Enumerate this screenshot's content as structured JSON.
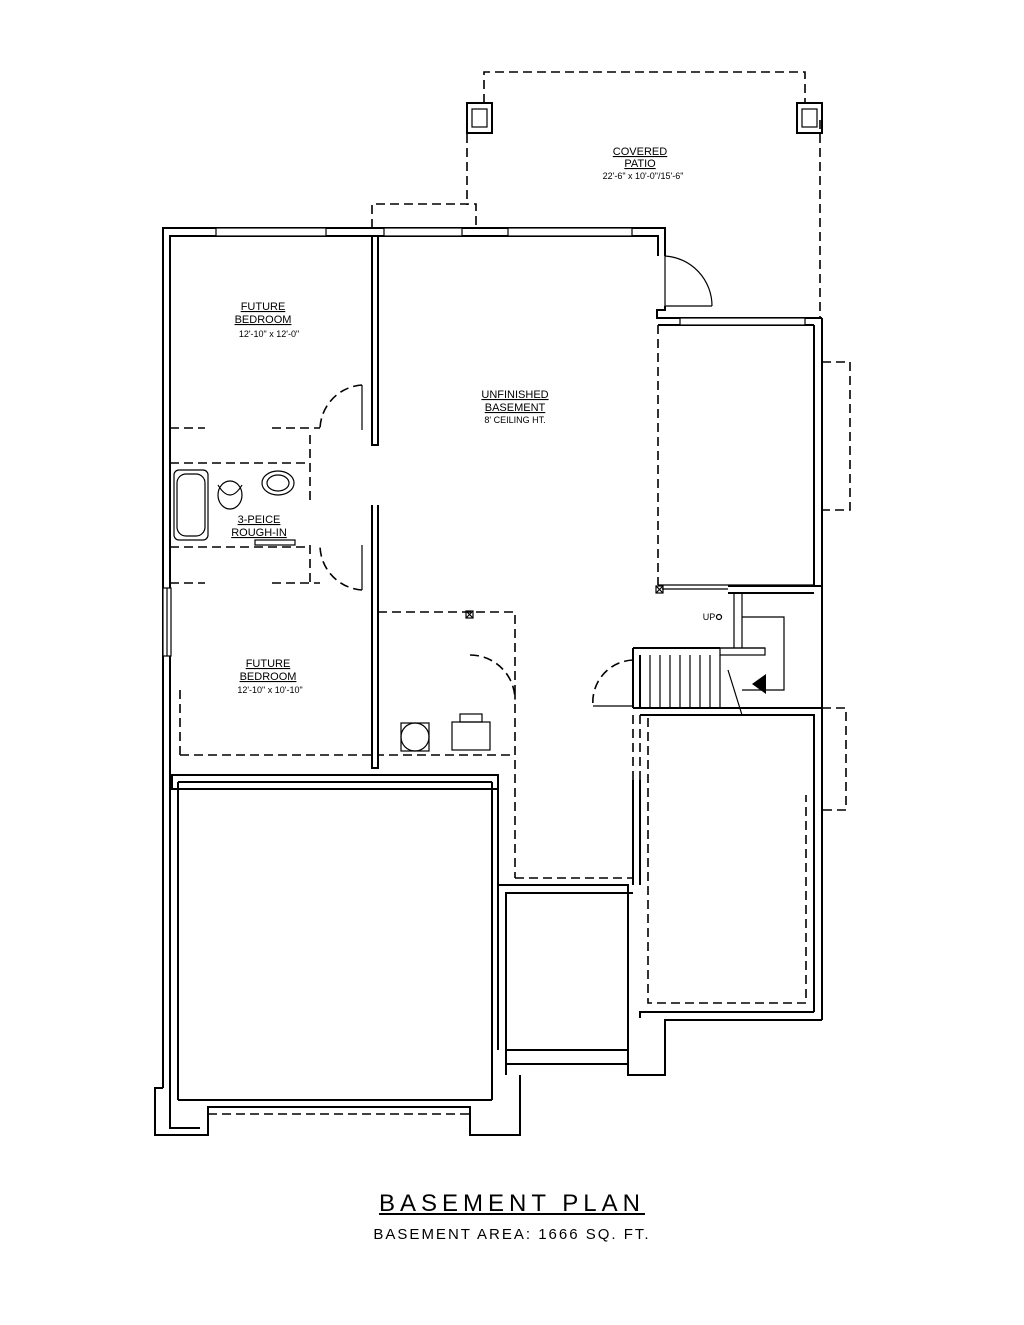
{
  "rooms": {
    "covered_patio": {
      "line1": "COVERED",
      "line2": "PATIO",
      "dims": "22'-6\" x 10'-0\"/15'-6\""
    },
    "future_bedroom_1": {
      "line1": "FUTURE",
      "line2": "BEDROOM",
      "dims": "12'-10\"  x 12'-0\""
    },
    "unfinished_basement": {
      "line1": "UNFINISHED",
      "line2": "BASEMENT",
      "note": "8' CEILING HT."
    },
    "bath_rough_in": {
      "line1": "3-PEICE",
      "line2": "ROUGH-IN"
    },
    "future_bedroom_2": {
      "line1": "FUTURE",
      "line2": "BEDROOM",
      "dims": "12'-10\"  x 10'-10\""
    }
  },
  "stair": {
    "up_label": "UP"
  },
  "footer": {
    "title": "BASEMENT  PLAN",
    "area": "BASEMENT AREA:  1666  SQ.  FT."
  }
}
